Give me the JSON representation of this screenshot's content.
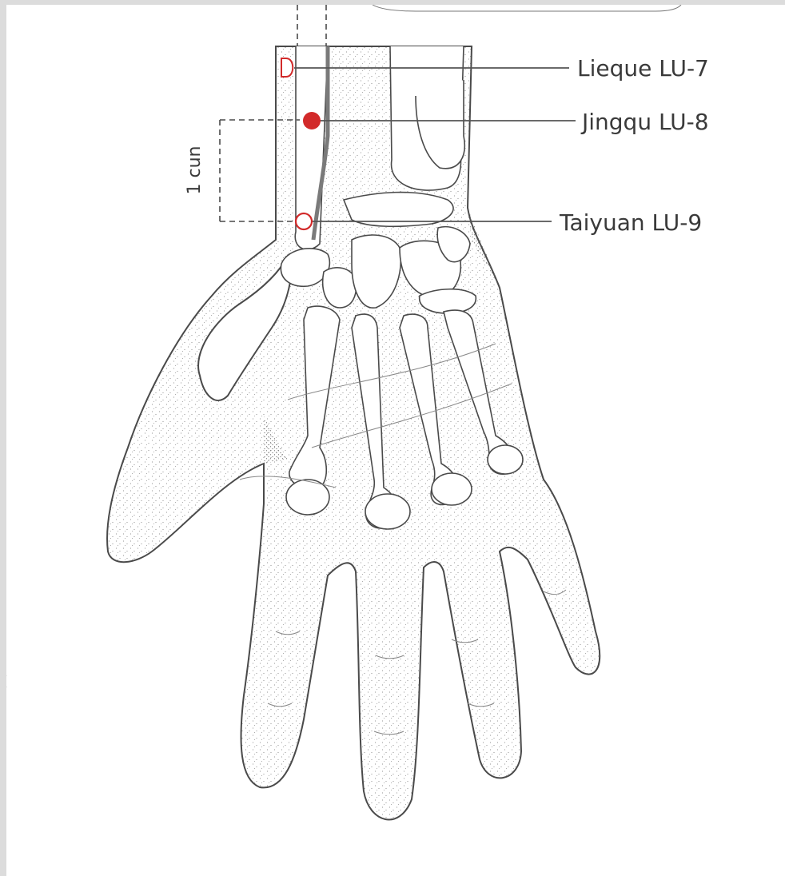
{
  "figure": {
    "acupoints": [
      {
        "label": "Lieque LU-7",
        "marker": "open-half-circle"
      },
      {
        "label": "Jingqu LU-8",
        "marker": "filled-dot"
      },
      {
        "label": "Taiyuan LU-9",
        "marker": "open-circle"
      }
    ],
    "measurement": "1 cun"
  },
  "colors": {
    "point_red": "#d22a2a",
    "line": "#555555",
    "meridian": "#7a7a7a",
    "outline": "#4a4a4a",
    "background": "#ffffff",
    "frame": "#dcdcdc"
  }
}
